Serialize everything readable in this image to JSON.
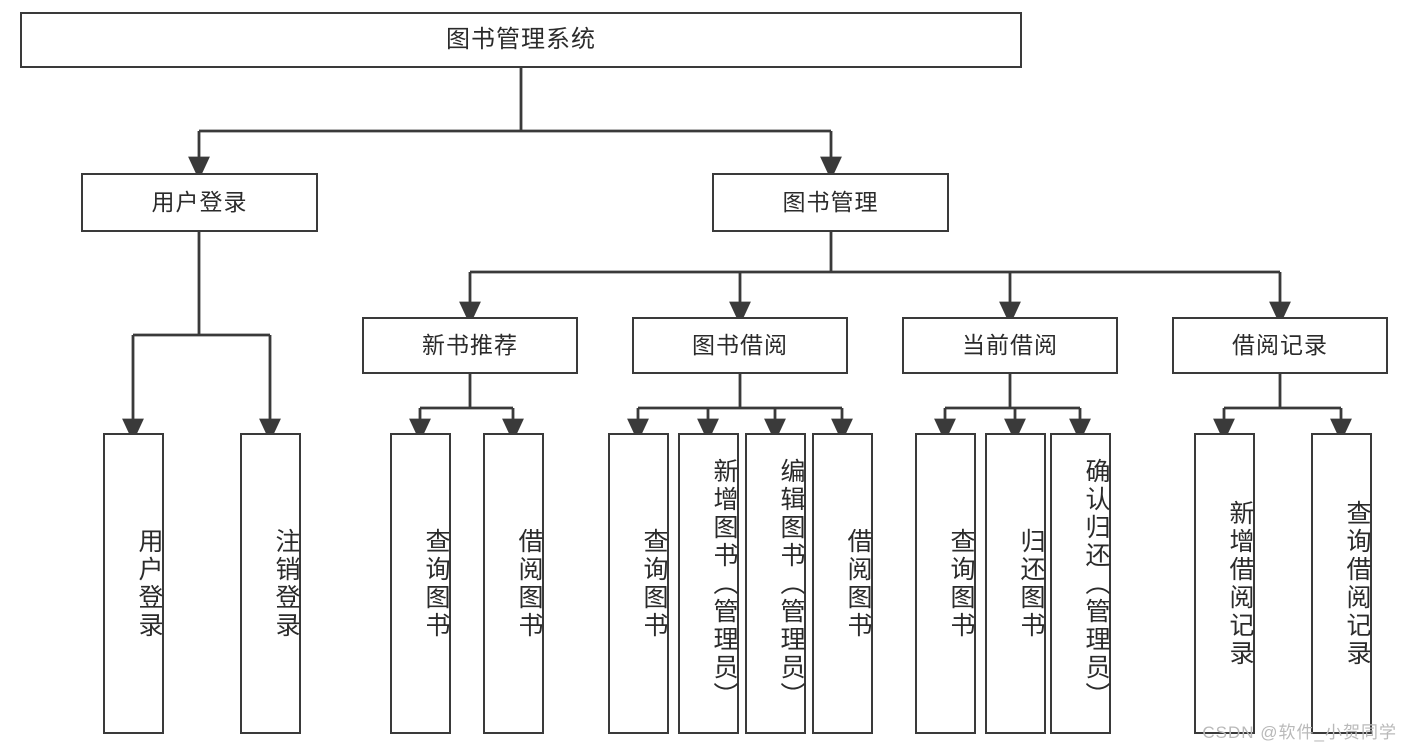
{
  "diagram": {
    "type": "hierarchy-tree",
    "title": "图书管理系统",
    "stroke_color": "#3a3a3a",
    "background_color": "#ffffff",
    "text_color": "#2b2b2b",
    "levels": 4,
    "root": {
      "label": "图书管理系统"
    },
    "level2": [
      {
        "label": "用户登录"
      },
      {
        "label": "图书管理"
      }
    ],
    "level3": [
      {
        "label": "新书推荐"
      },
      {
        "label": "图书借阅"
      },
      {
        "label": "当前借阅"
      },
      {
        "label": "借阅记录"
      }
    ],
    "leaves": {
      "user_login": [
        {
          "label": "用户登录"
        },
        {
          "label": "注销登录"
        }
      ],
      "new_book_recommend": [
        {
          "label": "查询图书"
        },
        {
          "label": "借阅图书"
        }
      ],
      "book_borrow": [
        {
          "label": "查询图书"
        },
        {
          "label": "新增图书（管理员）"
        },
        {
          "label": "编辑图书（管理员）"
        },
        {
          "label": "借阅图书"
        }
      ],
      "current_borrow": [
        {
          "label": "查询图书"
        },
        {
          "label": "归还图书"
        },
        {
          "label": "确认归还（管理员）"
        }
      ],
      "borrow_record": [
        {
          "label": "新增借阅记录"
        },
        {
          "label": "查询借阅记录"
        }
      ]
    }
  },
  "watermark": {
    "text": "CSDN @软件_小贺同学"
  }
}
